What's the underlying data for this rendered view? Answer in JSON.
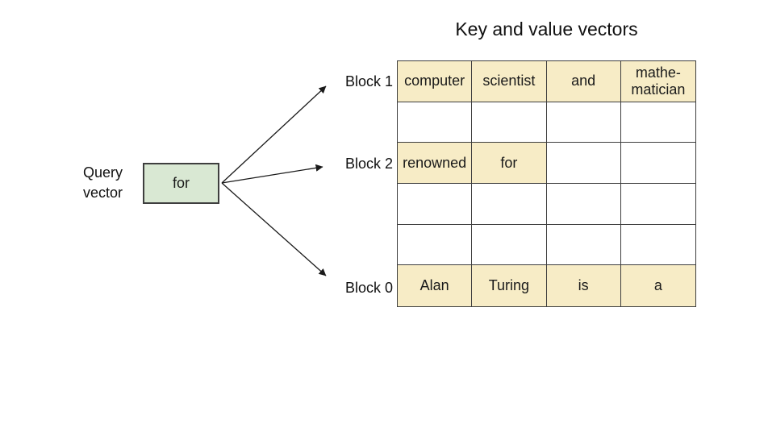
{
  "title": "Key and value vectors",
  "query_vector": {
    "label_lines": [
      "Query",
      "vector"
    ],
    "token": "for"
  },
  "block_labels": [
    "Block 1",
    "Block 2",
    "Block 0"
  ],
  "table": {
    "columns": 4,
    "rows": [
      {
        "cells": [
          {
            "text": "computer",
            "highlighted": true
          },
          {
            "text": "scientist",
            "highlighted": true
          },
          {
            "text": "and",
            "highlighted": true
          },
          {
            "text": "mathe-\nmatician",
            "highlighted": true
          }
        ]
      },
      {
        "cells": [
          {
            "text": "",
            "highlighted": false
          },
          {
            "text": "",
            "highlighted": false
          },
          {
            "text": "",
            "highlighted": false
          },
          {
            "text": "",
            "highlighted": false
          }
        ]
      },
      {
        "cells": [
          {
            "text": "renowned",
            "highlighted": true
          },
          {
            "text": "for",
            "highlighted": true
          },
          {
            "text": "",
            "highlighted": false
          },
          {
            "text": "",
            "highlighted": false
          }
        ]
      },
      {
        "cells": [
          {
            "text": "",
            "highlighted": false
          },
          {
            "text": "",
            "highlighted": false
          },
          {
            "text": "",
            "highlighted": false
          },
          {
            "text": "",
            "highlighted": false
          }
        ]
      },
      {
        "cells": [
          {
            "text": "",
            "highlighted": false
          },
          {
            "text": "",
            "highlighted": false
          },
          {
            "text": "",
            "highlighted": false
          },
          {
            "text": "",
            "highlighted": false
          }
        ]
      },
      {
        "cells": [
          {
            "text": "Alan",
            "highlighted": true
          },
          {
            "text": "Turing",
            "highlighted": true
          },
          {
            "text": "is",
            "highlighted": true
          },
          {
            "text": "a",
            "highlighted": true
          }
        ]
      }
    ]
  },
  "colors": {
    "highlight_fill": "#F7ECC6",
    "query_box_fill": "#D9E8D3",
    "line": "#3E3E3E",
    "arrow": "#1a1a1a"
  }
}
